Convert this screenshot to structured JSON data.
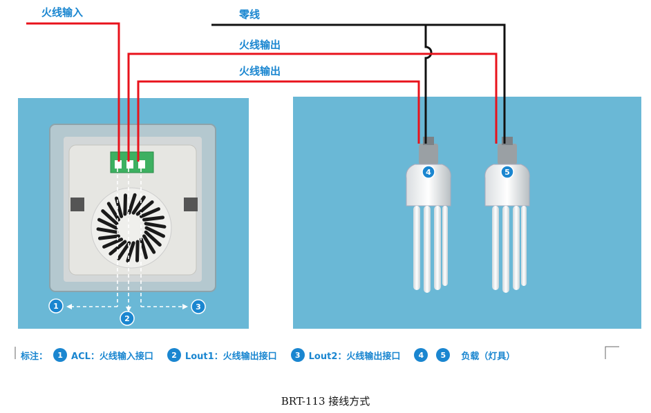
{
  "wire_labels": {
    "fire_in": "火线输入",
    "neutral": "零线",
    "fire_out_1": "火线输出",
    "fire_out_2": "火线输出"
  },
  "markers": [
    "1",
    "2",
    "3",
    "4",
    "5"
  ],
  "legend": {
    "title": "标注：",
    "items": [
      {
        "num": "1",
        "text": "ACL：火线输入接口"
      },
      {
        "num": "2",
        "text": "Lout1：火线输出接口"
      },
      {
        "num": "3",
        "text": "Lout2：火线输出接口"
      },
      {
        "num": "4"
      },
      {
        "num": "5",
        "text": "负载（灯具）"
      }
    ]
  },
  "caption": "BRT-113 接线方式",
  "colors": {
    "fire_wire": "#e8121b",
    "neutral_wire": "#111111",
    "label_blue": "#1a86d0",
    "panel_bg": "#6ab8d6"
  },
  "icons": [
    "switch-module-icon",
    "bulb-icon"
  ]
}
